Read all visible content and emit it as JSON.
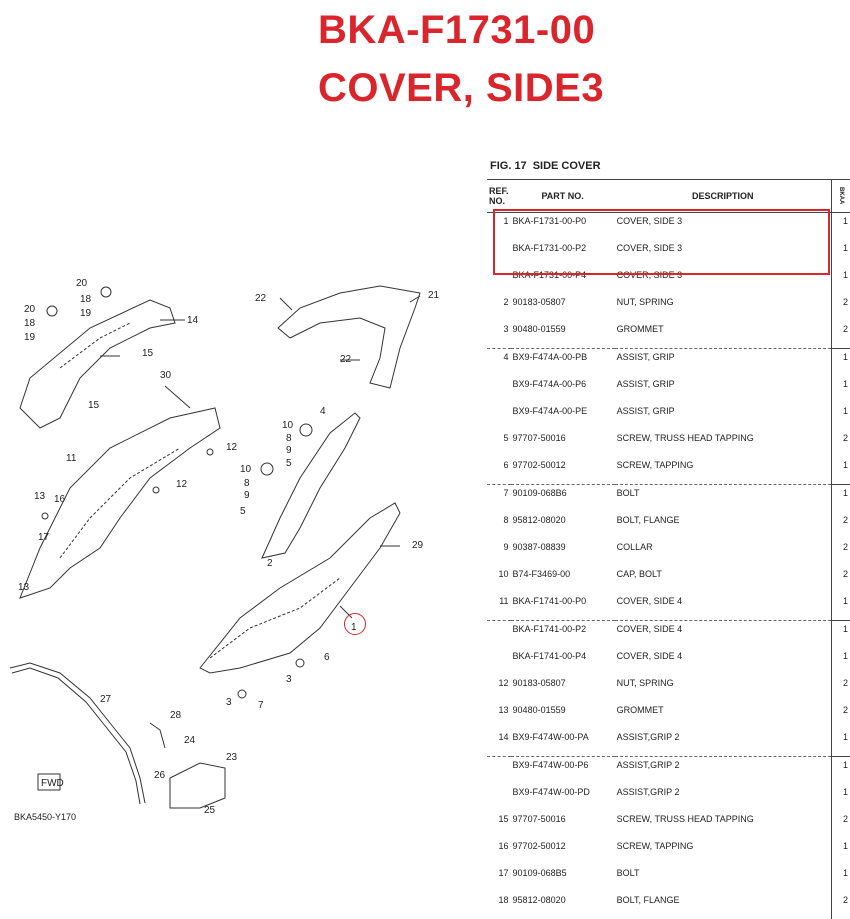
{
  "title": {
    "line1": "BKA-F1731-00",
    "line2": "COVER, SIDE3"
  },
  "figure": {
    "label": "FIG. 17",
    "name": "SIDE COVER",
    "footer_code": "BKA5450-Y170",
    "fwd_label": "FWD",
    "callouts": [
      "20",
      "18",
      "19",
      "20",
      "18",
      "19",
      "14",
      "15",
      "15",
      "30",
      "11",
      "12",
      "12",
      "13",
      "16",
      "17",
      "13",
      "22",
      "21",
      "22",
      "4",
      "10",
      "8",
      "9",
      "5",
      "10",
      "8",
      "9",
      "5",
      "29",
      "2",
      "1",
      "3",
      "6",
      "3",
      "7",
      "27",
      "28",
      "24",
      "23",
      "26",
      "25"
    ]
  },
  "table": {
    "headers": {
      "ref": "REF. NO.",
      "part_no": "PART NO.",
      "description": "DESCRIPTION",
      "qty": "BKAA"
    },
    "rows": [
      {
        "ref": "1",
        "part_no": "BKA-F1731-00-P0",
        "desc": "COVER, SIDE 3",
        "qty": "1",
        "group_start": true
      },
      {
        "ref": "",
        "part_no": "BKA-F1731-00-P2",
        "desc": "COVER, SIDE 3",
        "qty": "1",
        "group_start": false
      },
      {
        "ref": "",
        "part_no": "BKA-F1731-00-P4",
        "desc": "COVER, SIDE 3",
        "qty": "1",
        "group_start": false
      },
      {
        "ref": "2",
        "part_no": "90183-05807",
        "desc": "NUT, SPRING",
        "qty": "2",
        "group_start": false
      },
      {
        "ref": "3",
        "part_no": "90480-01559",
        "desc": "GROMMET",
        "qty": "2",
        "group_start": false
      },
      {
        "ref": "4",
        "part_no": "BX9-F474A-00-PB",
        "desc": "ASSIST, GRIP",
        "qty": "1",
        "group_start": true
      },
      {
        "ref": "",
        "part_no": "BX9-F474A-00-P6",
        "desc": "ASSIST, GRIP",
        "qty": "1",
        "group_start": false
      },
      {
        "ref": "",
        "part_no": "BX9-F474A-00-PE",
        "desc": "ASSIST, GRIP",
        "qty": "1",
        "group_start": false
      },
      {
        "ref": "5",
        "part_no": "97707-50016",
        "desc": "SCREW, TRUSS HEAD TAPPING",
        "qty": "2",
        "group_start": false
      },
      {
        "ref": "6",
        "part_no": "97702-50012",
        "desc": "SCREW, TAPPING",
        "qty": "1",
        "group_start": false
      },
      {
        "ref": "7",
        "part_no": "90109-068B6",
        "desc": "BOLT",
        "qty": "1",
        "group_start": true
      },
      {
        "ref": "8",
        "part_no": "95812-08020",
        "desc": "BOLT, FLANGE",
        "qty": "2",
        "group_start": false
      },
      {
        "ref": "9",
        "part_no": "90387-08839",
        "desc": "COLLAR",
        "qty": "2",
        "group_start": false
      },
      {
        "ref": "10",
        "part_no": "B74-F3469-00",
        "desc": "CAP, BOLT",
        "qty": "2",
        "group_start": false
      },
      {
        "ref": "11",
        "part_no": "BKA-F1741-00-P0",
        "desc": "COVER, SIDE 4",
        "qty": "1",
        "group_start": false
      },
      {
        "ref": "",
        "part_no": "BKA-F1741-00-P2",
        "desc": "COVER, SIDE 4",
        "qty": "1",
        "group_start": true
      },
      {
        "ref": "",
        "part_no": "BKA-F1741-00-P4",
        "desc": "COVER, SIDE 4",
        "qty": "1",
        "group_start": false
      },
      {
        "ref": "12",
        "part_no": "90183-05807",
        "desc": "NUT, SPRING",
        "qty": "2",
        "group_start": false
      },
      {
        "ref": "13",
        "part_no": "90480-01559",
        "desc": "GROMMET",
        "qty": "2",
        "group_start": false
      },
      {
        "ref": "14",
        "part_no": "BX9-F474W-00-PA",
        "desc": "ASSIST,GRIP 2",
        "qty": "1",
        "group_start": false
      },
      {
        "ref": "",
        "part_no": "BX9-F474W-00-P6",
        "desc": "ASSIST,GRIP 2",
        "qty": "1",
        "group_start": true
      },
      {
        "ref": "",
        "part_no": "BX9-F474W-00-PD",
        "desc": "ASSIST,GRIP 2",
        "qty": "1",
        "group_start": false
      },
      {
        "ref": "15",
        "part_no": "97707-50016",
        "desc": "SCREW, TRUSS HEAD TAPPING",
        "qty": "2",
        "group_start": false
      },
      {
        "ref": "16",
        "part_no": "97702-50012",
        "desc": "SCREW, TAPPING",
        "qty": "1",
        "group_start": false
      },
      {
        "ref": "17",
        "part_no": "90109-068B5",
        "desc": "BOLT",
        "qty": "1",
        "group_start": false
      },
      {
        "ref": "18",
        "part_no": "95812-08020",
        "desc": "BOLT, FLANGE",
        "qty": "2",
        "group_start": false
      }
    ]
  },
  "colors": {
    "accent_red": "#d9262c",
    "line": "#333333"
  }
}
